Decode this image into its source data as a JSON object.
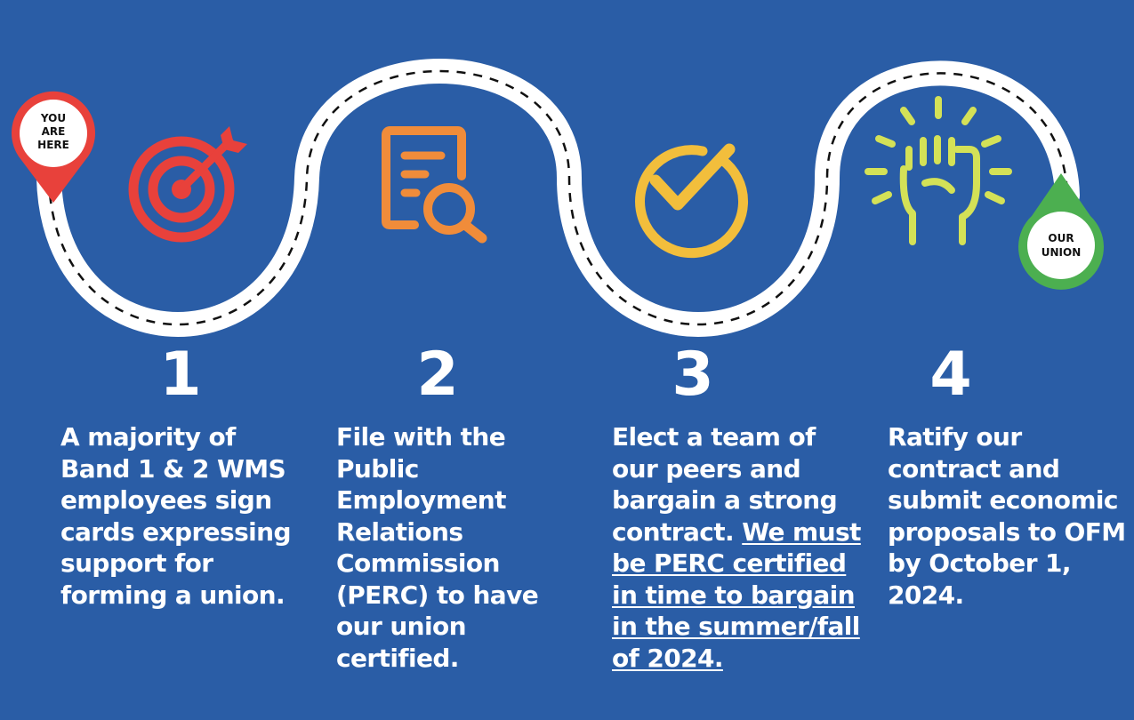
{
  "pins": {
    "start": {
      "lines": [
        "YOU",
        "ARE",
        "HERE"
      ],
      "color": "#E8413B"
    },
    "end": {
      "lines": [
        "OUR",
        "UNION"
      ],
      "color": "#4CAF50"
    }
  },
  "steps": [
    {
      "number": "1",
      "icon": "target-icon",
      "icon_color": "#E8413B",
      "text": "A majority of Band 1 & 2 WMS employees sign cards expressing support for forming a union.",
      "underlined": ""
    },
    {
      "number": "2",
      "icon": "document-search-icon",
      "icon_color": "#F08C3A",
      "text": "File with the Public Employment Relations Commission (PERC) to have our union certified.",
      "underlined": ""
    },
    {
      "number": "3",
      "icon": "checkmark-circle-icon",
      "icon_color": "#F2BE3C",
      "text": "Elect a team of our peers and bargain a strong contract.",
      "underlined": "We must be PERC certified in time to bargain in the summer/fall of 2024."
    },
    {
      "number": "4",
      "icon": "raised-fist-icon",
      "icon_color": "#D4E157",
      "text": "Ratify our contract and submit economic proposals to OFM by October 1, 2024.",
      "underlined": ""
    }
  ],
  "colors": {
    "background": "#2A5DA6",
    "road": "#FFFFFF",
    "road_dash": "#111111",
    "text": "#FFFFFF"
  }
}
